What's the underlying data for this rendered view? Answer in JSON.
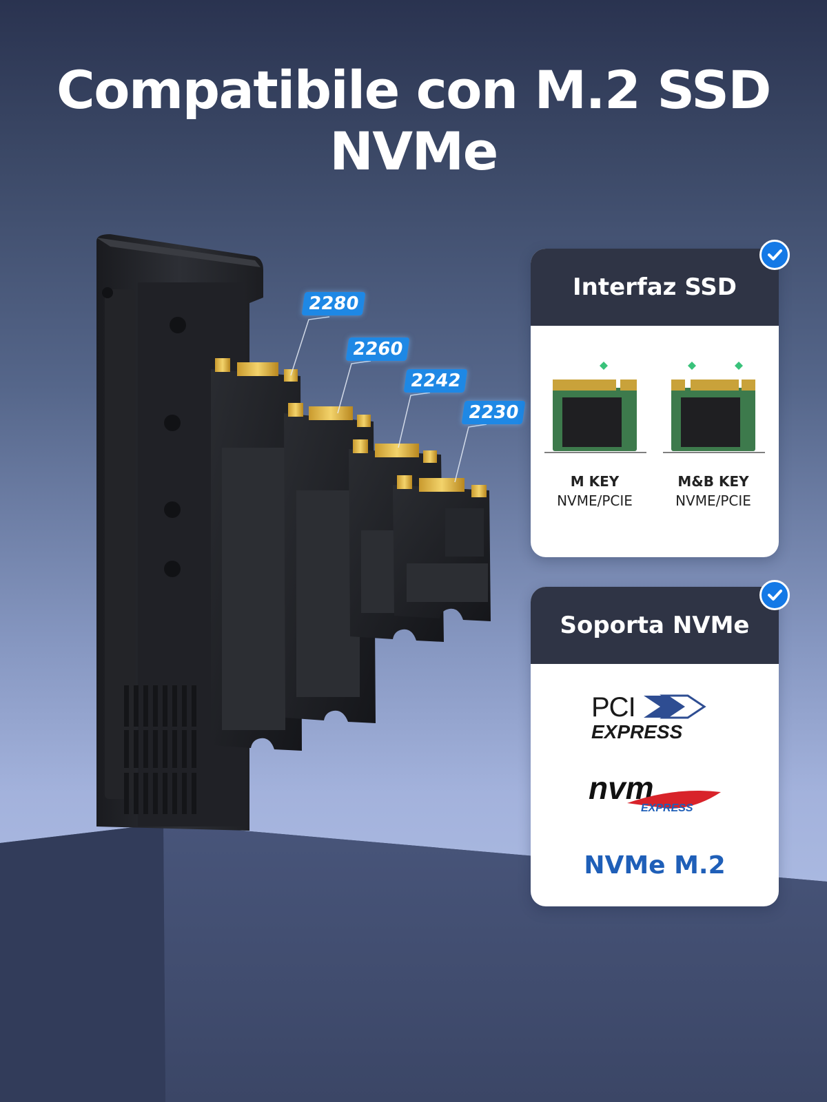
{
  "headline": "Compatibile con M.2 SSD NVMe",
  "ssd_lengths": [
    "2280",
    "2260",
    "2242",
    "2230"
  ],
  "interface_card": {
    "title": "Interfaz SSD",
    "keys": [
      {
        "name": "M KEY",
        "type": "NVME/PCIE"
      },
      {
        "name": "M&B KEY",
        "type": "NVME/PCIE"
      }
    ]
  },
  "nvme_card": {
    "title": "Soporta NVMe",
    "pci_logo_text": "PCI EXPRESS",
    "nvm_logo_text": "nvm EXPRESS",
    "footer": "NVMe M.2"
  },
  "colors": {
    "accent_blue": "#1479e6",
    "card_header": "#2f3445",
    "nvme_text": "#1f5fb8",
    "nvm_red": "#d8232a"
  },
  "icons": [
    "check-badge-icon"
  ]
}
